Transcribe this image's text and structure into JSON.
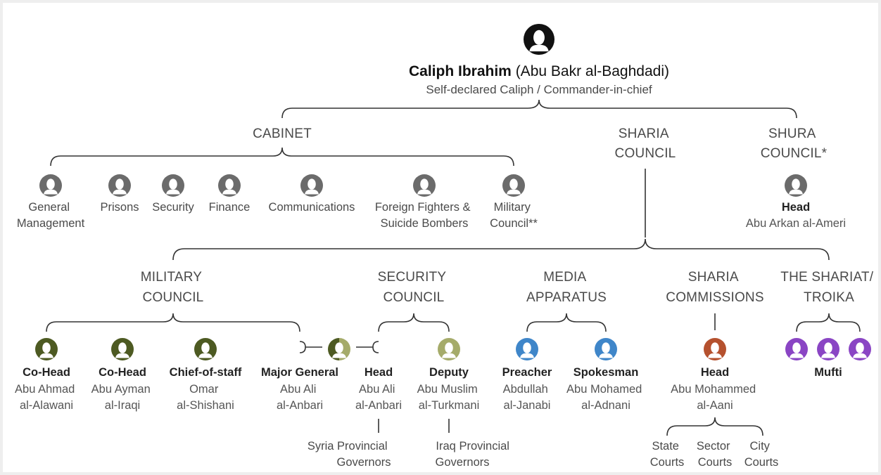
{
  "leader": {
    "title_bold": "Caliph Ibrahim",
    "title_rest": " (Abu Bakr al-Baghdadi)",
    "subtitle": "Self-declared Caliph / Commander-in-chief"
  },
  "top_groups": {
    "cabinet": [
      "CABINET"
    ],
    "sharia_council": [
      "SHARIA",
      "COUNCIL"
    ],
    "shura_council": [
      "SHURA",
      "COUNCIL*"
    ]
  },
  "cabinet_members": [
    {
      "lines": [
        "General",
        "Management"
      ]
    },
    {
      "lines": [
        "Prisons"
      ]
    },
    {
      "lines": [
        "Security"
      ]
    },
    {
      "lines": [
        "Finance"
      ]
    },
    {
      "lines": [
        "Communications"
      ]
    },
    {
      "lines": [
        "Foreign Fighters &",
        "Suicide Bombers"
      ]
    },
    {
      "lines": [
        "Military",
        "Council**"
      ]
    }
  ],
  "shura_head": {
    "role": "Head",
    "name": "Abu Arkan al-Ameri"
  },
  "sub_groups": {
    "military_council": [
      "MILITARY",
      "COUNCIL"
    ],
    "security_council": [
      "SECURITY",
      "COUNCIL"
    ],
    "media_apparatus": [
      "MEDIA",
      "APPARATUS"
    ],
    "sharia_commissions": [
      "SHARIA",
      "COMMISSIONS"
    ],
    "shariat_troika": [
      "THE SHARIAT/",
      "TROIKA"
    ]
  },
  "people": {
    "co_head_1": {
      "role": "Co-Head",
      "name": [
        "Abu Ahmad",
        "al-Alawani"
      ]
    },
    "co_head_2": {
      "role": "Co-Head",
      "name": [
        "Abu Ayman",
        "al-Iraqi"
      ]
    },
    "chief_of_staff": {
      "role": "Chief-of-staff",
      "name": [
        "Omar",
        "al-Shishani"
      ]
    },
    "major_general": {
      "role": "Major General",
      "name": [
        "Abu Ali",
        "al-Anbari"
      ]
    },
    "security_head": {
      "role": "Head",
      "name": [
        "Abu Ali",
        "al-Anbari"
      ]
    },
    "security_deputy": {
      "role": "Deputy",
      "name": [
        "Abu Muslim",
        "al-Turkmani"
      ]
    },
    "preacher": {
      "role": "Preacher",
      "name": [
        "Abdullah",
        "al-Janabi"
      ]
    },
    "spokesman": {
      "role": "Spokesman",
      "name": [
        "Abu Mohamed",
        "al-Adnani"
      ]
    },
    "commissions_head": {
      "role": "Head",
      "name": [
        "Abu Mohammed",
        "al-Aani"
      ]
    },
    "mufti": {
      "role": "Mufti",
      "name": []
    }
  },
  "governors": {
    "syria": [
      "Syria Provincial",
      "Governors"
    ],
    "iraq": [
      "Iraq Provincial",
      "Governors"
    ]
  },
  "courts": [
    [
      "State",
      "Courts"
    ],
    [
      "Sector",
      "Courts"
    ],
    [
      "City",
      "Courts"
    ]
  ],
  "colors": {
    "leader": "#111111",
    "cabinet": "#6b6b6b",
    "military": "#4d5a22",
    "security": "#a5ab6a",
    "media": "#3f86c9",
    "commissions": "#b5512e",
    "troika": "#8a45c4",
    "line": "#333333"
  },
  "icons": {
    "person": "person-silhouette-icon"
  }
}
